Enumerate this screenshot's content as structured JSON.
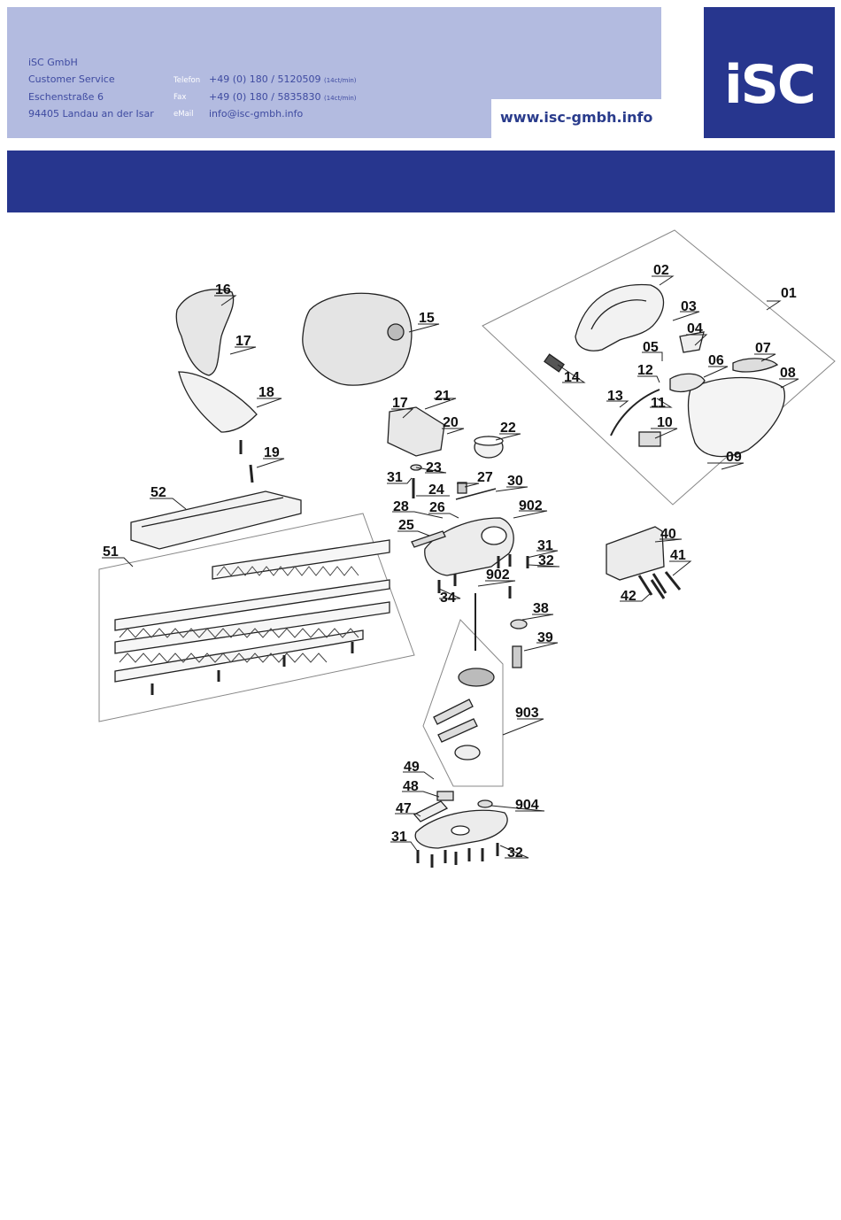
{
  "header": {
    "company": "iSC GmbH",
    "dept": "Customer Service",
    "street": "Eschenstraße 6",
    "city": "94405 Landau an der Isar",
    "phone_label": "Telefon",
    "phone": "+49 (0) 180 / 5120509",
    "phone_rate": "(14ct/min)",
    "fax_label": "Fax",
    "fax": "+49 (0) 180 / 5835830",
    "fax_rate": "(14ct/min)",
    "email_label": "eMail",
    "email": "info@isc-gmbh.info",
    "website": "www.isc-gmbh.info",
    "logo": "iSC",
    "colors": {
      "header_light": "#b3bbe0",
      "brand_blue": "#27368e",
      "text_blue": "#3e4aa0"
    }
  },
  "diagram": {
    "part_labels": [
      "01",
      "02",
      "03",
      "04",
      "05",
      "06",
      "07",
      "08",
      "09",
      "10",
      "11",
      "12",
      "13",
      "14",
      "15",
      "16",
      "17",
      "18",
      "19",
      "20",
      "21",
      "22",
      "23",
      "24",
      "25",
      "26",
      "27",
      "28",
      "30",
      "31",
      "32",
      "34",
      "38",
      "39",
      "40",
      "41",
      "42",
      "47",
      "48",
      "49",
      "51",
      "52",
      "902",
      "903",
      "904"
    ]
  }
}
